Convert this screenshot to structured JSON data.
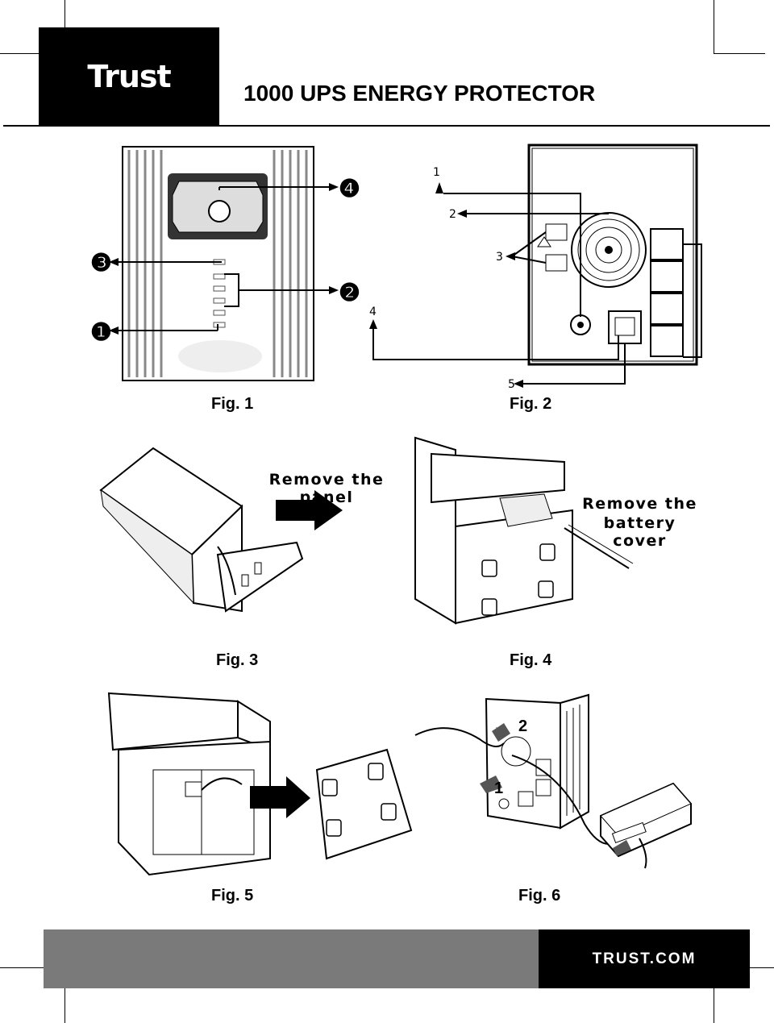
{
  "header": {
    "brand": "Trust",
    "title": "1000 UPS ENERGY PROTECTOR"
  },
  "figures": {
    "fig1": {
      "label": "Fig. 1",
      "callouts": [
        "❶",
        "❷",
        "❸",
        "❹"
      ]
    },
    "fig2": {
      "label": "Fig. 2",
      "callouts": [
        "1",
        "2",
        "3",
        "4",
        "5"
      ]
    },
    "fig3": {
      "label": "Fig. 3",
      "caption": "Remove the panel"
    },
    "fig4": {
      "label": "Fig. 4",
      "caption_line1": "Remove the",
      "caption_line2": "battery cover"
    },
    "fig5": {
      "label": "Fig. 5"
    },
    "fig6": {
      "label": "Fig. 6",
      "callouts": [
        "1",
        "2"
      ]
    }
  },
  "footer": {
    "site": "TRUST.COM"
  },
  "icons": [
    "trust-logo-icon",
    "warning-triangle-icon",
    "battery-icon",
    "power-socket-icon",
    "fan-icon",
    "arrow-icon"
  ]
}
